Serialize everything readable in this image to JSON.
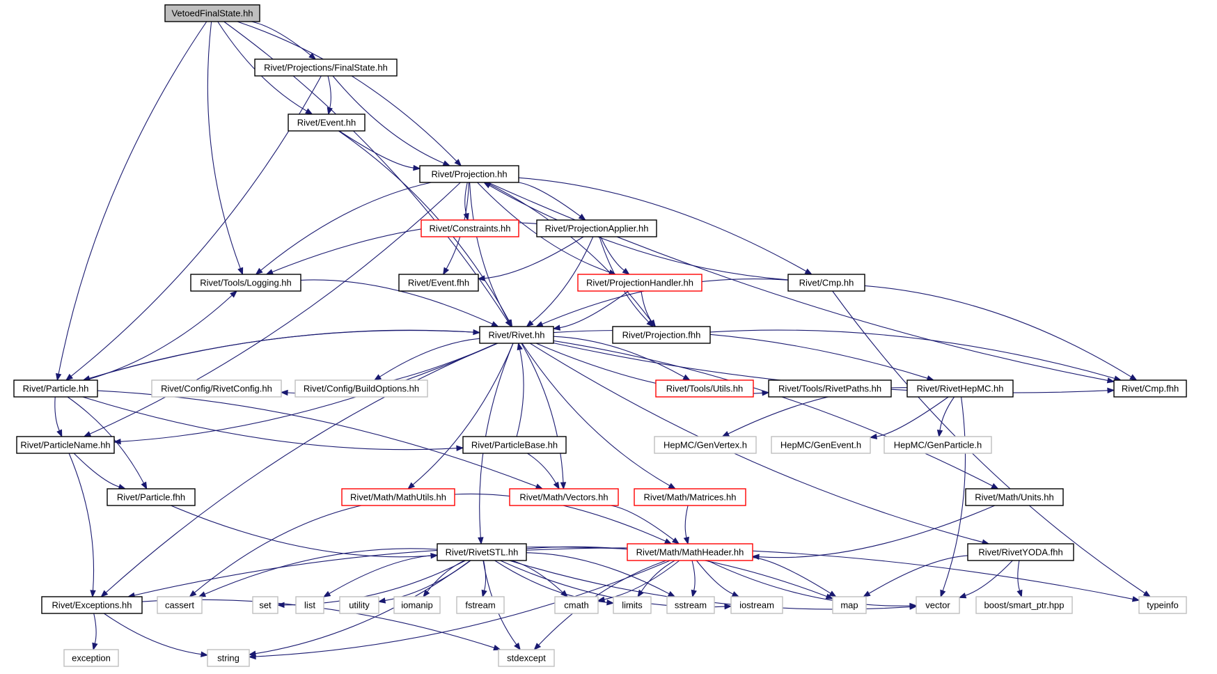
{
  "nodes": [
    {
      "id": "VetoedFinalState",
      "label": "VetoedFinalState.hh",
      "style": "root"
    },
    {
      "id": "FinalState",
      "label": "Rivet/Projections/FinalState.hh",
      "style": "black"
    },
    {
      "id": "EventHH",
      "label": "Rivet/Event.hh",
      "style": "black"
    },
    {
      "id": "ProjectionHH",
      "label": "Rivet/Projection.hh",
      "style": "black"
    },
    {
      "id": "Constraints",
      "label": "Rivet/Constraints.hh",
      "style": "red"
    },
    {
      "id": "ProjectionApplier",
      "label": "Rivet/ProjectionApplier.hh",
      "style": "black"
    },
    {
      "id": "Logging",
      "label": "Rivet/Tools/Logging.hh",
      "style": "black"
    },
    {
      "id": "EventFHH",
      "label": "Rivet/Event.fhh",
      "style": "black"
    },
    {
      "id": "ProjectionHandler",
      "label": "Rivet/ProjectionHandler.hh",
      "style": "red"
    },
    {
      "id": "CmpHH",
      "label": "Rivet/Cmp.hh",
      "style": "black"
    },
    {
      "id": "RivetHH",
      "label": "Rivet/Rivet.hh",
      "style": "black"
    },
    {
      "id": "ProjectionFHH",
      "label": "Rivet/Projection.fhh",
      "style": "black"
    },
    {
      "id": "ParticleHH",
      "label": "Rivet/Particle.hh",
      "style": "black"
    },
    {
      "id": "RivetConfig",
      "label": "Rivet/Config/RivetConfig.hh",
      "style": "gray"
    },
    {
      "id": "BuildOptions",
      "label": "Rivet/Config/BuildOptions.hh",
      "style": "gray"
    },
    {
      "id": "Utils",
      "label": "Rivet/Tools/Utils.hh",
      "style": "red"
    },
    {
      "id": "RivetPaths",
      "label": "Rivet/Tools/RivetPaths.hh",
      "style": "black"
    },
    {
      "id": "RivetHepMC",
      "label": "Rivet/RivetHepMC.hh",
      "style": "black"
    },
    {
      "id": "CmpFHH",
      "label": "Rivet/Cmp.fhh",
      "style": "black"
    },
    {
      "id": "ParticleName",
      "label": "Rivet/ParticleName.hh",
      "style": "black"
    },
    {
      "id": "ParticleBase",
      "label": "Rivet/ParticleBase.hh",
      "style": "black"
    },
    {
      "id": "GenVertex",
      "label": "HepMC/GenVertex.h",
      "style": "gray"
    },
    {
      "id": "GenEvent",
      "label": "HepMC/GenEvent.h",
      "style": "gray"
    },
    {
      "id": "GenParticle",
      "label": "HepMC/GenParticle.h",
      "style": "gray"
    },
    {
      "id": "ParticleFHH",
      "label": "Rivet/Particle.fhh",
      "style": "black"
    },
    {
      "id": "MathUtils",
      "label": "Rivet/Math/MathUtils.hh",
      "style": "red"
    },
    {
      "id": "Vectors",
      "label": "Rivet/Math/Vectors.hh",
      "style": "red"
    },
    {
      "id": "Matrices",
      "label": "Rivet/Math/Matrices.hh",
      "style": "red"
    },
    {
      "id": "Units",
      "label": "Rivet/Math/Units.hh",
      "style": "black"
    },
    {
      "id": "RivetSTL",
      "label": "Rivet/RivetSTL.hh",
      "style": "black"
    },
    {
      "id": "MathHeader",
      "label": "Rivet/Math/MathHeader.hh",
      "style": "red"
    },
    {
      "id": "RivetYODA",
      "label": "Rivet/RivetYODA.fhh",
      "style": "black"
    },
    {
      "id": "Exceptions",
      "label": "Rivet/Exceptions.hh",
      "style": "black"
    },
    {
      "id": "cassert",
      "label": "cassert",
      "style": "gray"
    },
    {
      "id": "set",
      "label": "set",
      "style": "gray"
    },
    {
      "id": "list",
      "label": "list",
      "style": "gray"
    },
    {
      "id": "utility",
      "label": "utility",
      "style": "gray"
    },
    {
      "id": "iomanip",
      "label": "iomanip",
      "style": "gray"
    },
    {
      "id": "fstream",
      "label": "fstream",
      "style": "gray"
    },
    {
      "id": "cmath",
      "label": "cmath",
      "style": "gray"
    },
    {
      "id": "limits",
      "label": "limits",
      "style": "gray"
    },
    {
      "id": "sstream",
      "label": "sstream",
      "style": "gray"
    },
    {
      "id": "iostream",
      "label": "iostream",
      "style": "gray"
    },
    {
      "id": "map",
      "label": "map",
      "style": "gray"
    },
    {
      "id": "vector",
      "label": "vector",
      "style": "gray"
    },
    {
      "id": "smartptr",
      "label": "boost/smart_ptr.hpp",
      "style": "gray"
    },
    {
      "id": "typeinfo",
      "label": "typeinfo",
      "style": "gray"
    },
    {
      "id": "exception",
      "label": "exception",
      "style": "gray"
    },
    {
      "id": "string",
      "label": "string",
      "style": "gray"
    },
    {
      "id": "stdexcept",
      "label": "stdexcept",
      "style": "gray"
    }
  ],
  "edges": [
    [
      "VetoedFinalState",
      "FinalState"
    ],
    [
      "VetoedFinalState",
      "EventHH"
    ],
    [
      "VetoedFinalState",
      "ProjectionHH"
    ],
    [
      "VetoedFinalState",
      "Logging"
    ],
    [
      "VetoedFinalState",
      "RivetHH"
    ],
    [
      "VetoedFinalState",
      "ParticleHH"
    ],
    [
      "FinalState",
      "EventHH"
    ],
    [
      "FinalState",
      "ProjectionHH"
    ],
    [
      "FinalState",
      "ParticleHH"
    ],
    [
      "EventHH",
      "ProjectionHH"
    ],
    [
      "EventHH",
      "RivetHH"
    ],
    [
      "ProjectionHH",
      "Constraints"
    ],
    [
      "ProjectionHH",
      "ProjectionApplier"
    ],
    [
      "ProjectionHH",
      "Logging"
    ],
    [
      "ProjectionHH",
      "EventFHH"
    ],
    [
      "ProjectionHH",
      "ProjectionHandler"
    ],
    [
      "ProjectionHH",
      "CmpHH"
    ],
    [
      "ProjectionHH",
      "RivetHH"
    ],
    [
      "ProjectionHH",
      "ProjectionFHH"
    ],
    [
      "ProjectionHH",
      "CmpFHH"
    ],
    [
      "ProjectionHH",
      "ParticleName"
    ],
    [
      "ProjectionApplier",
      "Logging"
    ],
    [
      "ProjectionApplier",
      "EventFHH"
    ],
    [
      "ProjectionApplier",
      "ProjectionHandler"
    ],
    [
      "ProjectionApplier",
      "RivetHH"
    ],
    [
      "ProjectionApplier",
      "ProjectionFHH"
    ],
    [
      "ProjectionHandler",
      "RivetHH"
    ],
    [
      "ProjectionHandler",
      "ProjectionFHH"
    ],
    [
      "CmpHH",
      "ProjectionHH"
    ],
    [
      "CmpHH",
      "RivetHH"
    ],
    [
      "CmpHH",
      "CmpFHH"
    ],
    [
      "CmpHH",
      "typeinfo"
    ],
    [
      "Logging",
      "RivetHH"
    ],
    [
      "ParticleHH",
      "Logging"
    ],
    [
      "ParticleHH",
      "RivetHH"
    ],
    [
      "ParticleHH",
      "ParticleName"
    ],
    [
      "ParticleHH",
      "ParticleFHH"
    ],
    [
      "ParticleHH",
      "ParticleBase"
    ],
    [
      "ParticleHH",
      "Vectors"
    ],
    [
      "RivetHH",
      "ParticleHH"
    ],
    [
      "RivetHH",
      "RivetConfig"
    ],
    [
      "RivetHH",
      "BuildOptions"
    ],
    [
      "RivetHH",
      "Utils"
    ],
    [
      "RivetHH",
      "RivetPaths"
    ],
    [
      "RivetHH",
      "RivetHepMC"
    ],
    [
      "RivetHH",
      "CmpFHH"
    ],
    [
      "RivetHH",
      "ParticleName"
    ],
    [
      "RivetHH",
      "Exceptions"
    ],
    [
      "RivetHH",
      "MathUtils"
    ],
    [
      "RivetHH",
      "RivetSTL"
    ],
    [
      "RivetHH",
      "Vectors"
    ],
    [
      "RivetHH",
      "Matrices"
    ],
    [
      "RivetHH",
      "Units"
    ],
    [
      "RivetHH",
      "RivetYODA"
    ],
    [
      "ProjectionFHH",
      "CmpFHH"
    ],
    [
      "RivetHepMC",
      "GenVertex"
    ],
    [
      "RivetHepMC",
      "GenEvent"
    ],
    [
      "RivetHepMC",
      "GenParticle"
    ],
    [
      "RivetHepMC",
      "vector"
    ],
    [
      "ParticleBase",
      "RivetHH"
    ],
    [
      "ParticleBase",
      "Vectors"
    ],
    [
      "ParticleName",
      "ParticleFHH"
    ],
    [
      "ParticleName",
      "Exceptions"
    ],
    [
      "ParticleFHH",
      "RivetSTL"
    ],
    [
      "MathUtils",
      "MathHeader"
    ],
    [
      "MathUtils",
      "cassert"
    ],
    [
      "Vectors",
      "MathHeader"
    ],
    [
      "Matrices",
      "MathHeader"
    ],
    [
      "Units",
      "MathHeader"
    ],
    [
      "RivetYODA",
      "map"
    ],
    [
      "RivetYODA",
      "vector"
    ],
    [
      "RivetYODA",
      "smartptr"
    ],
    [
      "RivetSTL",
      "string"
    ],
    [
      "RivetSTL",
      "cassert"
    ],
    [
      "RivetSTL",
      "set"
    ],
    [
      "RivetSTL",
      "list"
    ],
    [
      "RivetSTL",
      "utility"
    ],
    [
      "RivetSTL",
      "iomanip"
    ],
    [
      "RivetSTL",
      "fstream"
    ],
    [
      "RivetSTL",
      "stdexcept"
    ],
    [
      "RivetSTL",
      "cmath"
    ],
    [
      "RivetSTL",
      "limits"
    ],
    [
      "RivetSTL",
      "sstream"
    ],
    [
      "RivetSTL",
      "iostream"
    ],
    [
      "RivetSTL",
      "map"
    ],
    [
      "RivetSTL",
      "vector"
    ],
    [
      "RivetSTL",
      "typeinfo"
    ],
    [
      "MathHeader",
      "Exceptions"
    ],
    [
      "MathHeader",
      "cmath"
    ],
    [
      "MathHeader",
      "limits"
    ],
    [
      "MathHeader",
      "sstream"
    ],
    [
      "MathHeader",
      "iostream"
    ],
    [
      "MathHeader",
      "map"
    ],
    [
      "MathHeader",
      "vector"
    ],
    [
      "MathHeader",
      "string"
    ],
    [
      "MathHeader",
      "stdexcept"
    ],
    [
      "Exceptions",
      "exception"
    ],
    [
      "Exceptions",
      "string"
    ],
    [
      "Exceptions",
      "stdexcept"
    ]
  ]
}
